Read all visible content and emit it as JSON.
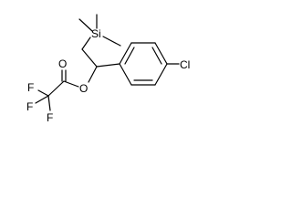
{
  "molecule": {
    "atom_labels": {
      "silicon": "Si",
      "chlorine": "Cl",
      "ester_oxygen": "O",
      "carbonyl_oxygen": "O",
      "fluorine_1": "F",
      "fluorine_2": "F",
      "fluorine_3": "F"
    }
  },
  "colors": {
    "bond": "#000000",
    "text": "#000000",
    "background": "#ffffff"
  }
}
